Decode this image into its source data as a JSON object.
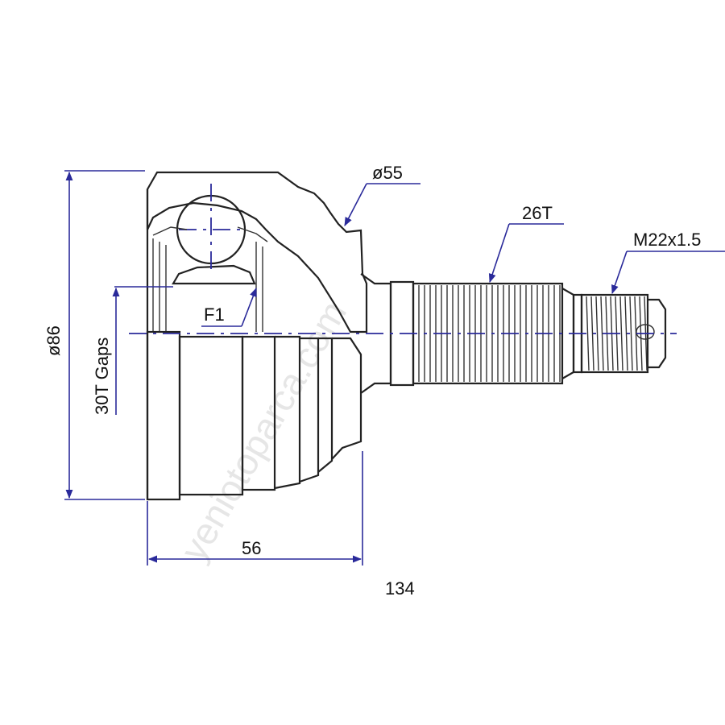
{
  "labels": {
    "diameter_outer": "ø86",
    "gaps": "30T Gaps",
    "diameter_neck": "ø55",
    "spline": "26T",
    "thread": "M22x1.5",
    "inner": "F1",
    "width": "56",
    "length": "134"
  },
  "watermark": "yeniotoparca.com",
  "colors": {
    "line": "#222222",
    "dimension": "#2a2a9a"
  }
}
